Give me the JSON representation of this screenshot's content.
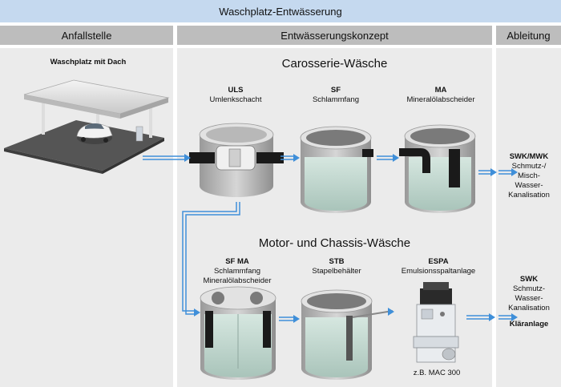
{
  "header": {
    "title": "Waschplatz-Entwässerung"
  },
  "columns": [
    {
      "label": "Anfallstelle"
    },
    {
      "label": "Entwässerungskonzept"
    },
    {
      "label": "Ableitung"
    }
  ],
  "source": {
    "label": "Waschplatz mit Dach"
  },
  "sections": {
    "carosserie": {
      "title": "Carosserie-Wäsche",
      "items": [
        {
          "code": "ULS",
          "name": "Umlenkschacht"
        },
        {
          "code": "SF",
          "name": "Schlammfang"
        },
        {
          "code": "MA",
          "name": "Mineralölabscheider"
        }
      ]
    },
    "motor": {
      "title": "Motor- und Chassis-Wäsche",
      "items": [
        {
          "code": "SF MA",
          "name1": "Schlammfang",
          "name2": "Mineralölabscheider"
        },
        {
          "code": "STB",
          "name": "Stapelbehälter"
        },
        {
          "code": "ESPA",
          "name": "Emulsionsspaltanlage"
        }
      ],
      "espa_caption": "z.B. MAC 300"
    }
  },
  "outlets": {
    "top": {
      "code": "SWK/MWK",
      "lines": [
        "Schmutz-/",
        "Misch-",
        "Wasser-",
        "Kanalisation"
      ]
    },
    "bottom": {
      "code": "SWK",
      "lines": [
        "Schmutz-",
        "Wasser-",
        "Kanalisation"
      ],
      "extra": "Kläranlage"
    }
  },
  "colors": {
    "header": "#c5d9ef",
    "column_head": "#bdbdbd",
    "column_body": "#ebebeb",
    "arrow": "#3f8fd9",
    "water": "#c9ddd6"
  }
}
